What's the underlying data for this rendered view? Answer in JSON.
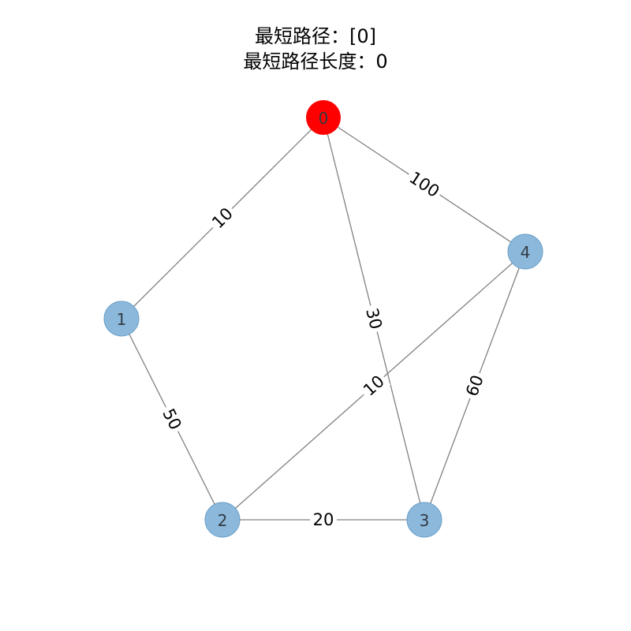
{
  "title": {
    "line1": "最短路径：[0]",
    "line2": "最短路径长度：0"
  },
  "colors": {
    "highlight_node": "#ff0000",
    "default_node": "#8cb9db",
    "default_node_stroke": "#6a9fc8",
    "edge": "#808080"
  },
  "graph": {
    "nodes": [
      {
        "id": "0",
        "label": "0",
        "highlighted": true
      },
      {
        "id": "1",
        "label": "1",
        "highlighted": false
      },
      {
        "id": "2",
        "label": "2",
        "highlighted": false
      },
      {
        "id": "3",
        "label": "3",
        "highlighted": false
      },
      {
        "id": "4",
        "label": "4",
        "highlighted": false
      }
    ],
    "edges": [
      {
        "source": "0",
        "target": "1",
        "weight": "10"
      },
      {
        "source": "0",
        "target": "3",
        "weight": "30"
      },
      {
        "source": "0",
        "target": "4",
        "weight": "100"
      },
      {
        "source": "1",
        "target": "2",
        "weight": "50"
      },
      {
        "source": "2",
        "target": "3",
        "weight": "20"
      },
      {
        "source": "2",
        "target": "4",
        "weight": "10"
      },
      {
        "source": "3",
        "target": "4",
        "weight": "60"
      }
    ]
  }
}
